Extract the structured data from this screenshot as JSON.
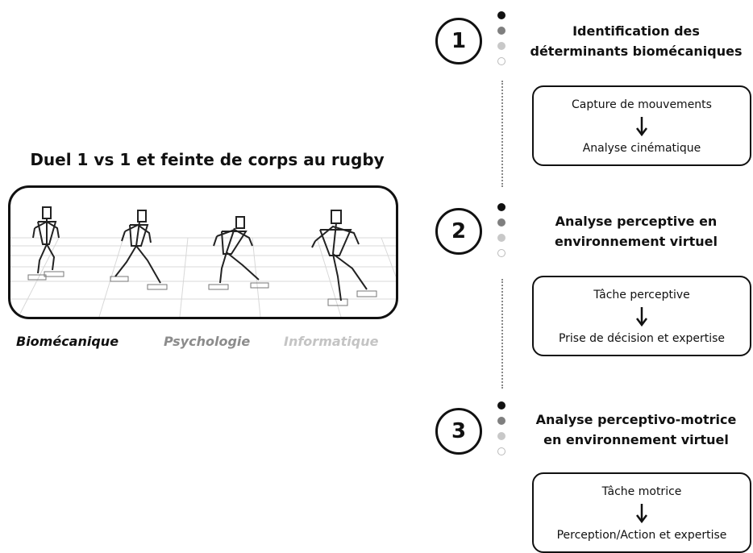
{
  "left": {
    "title": "Duel 1 vs 1 et feinte de corps au rugby",
    "disciplines": [
      {
        "label": "Biomécanique",
        "color": "#111111"
      },
      {
        "label": "Psychologie",
        "color": "#8c8c8c"
      },
      {
        "label": "Informatique",
        "color": "#c4c4c4"
      }
    ]
  },
  "dot_colors": [
    "#111111",
    "#7f7f7f",
    "#c8c8c8",
    "#ffffff"
  ],
  "steps": [
    {
      "number": "1",
      "title_line1": "Identification des",
      "title_line2": "déterminants biomécaniques",
      "box_line1": "Capture de mouvements",
      "box_line2": "Analyse cinématique"
    },
    {
      "number": "2",
      "title_line1": "Analyse perceptive en",
      "title_line2": "environnement virtuel",
      "box_line1": "Tâche perceptive",
      "box_line2": "Prise de décision et expertise"
    },
    {
      "number": "3",
      "title_line1": "Analyse perceptivo-motrice",
      "title_line2": "en environnement virtuel",
      "box_line1": "Tâche motrice",
      "box_line2": "Perception/Action et expertise"
    }
  ]
}
